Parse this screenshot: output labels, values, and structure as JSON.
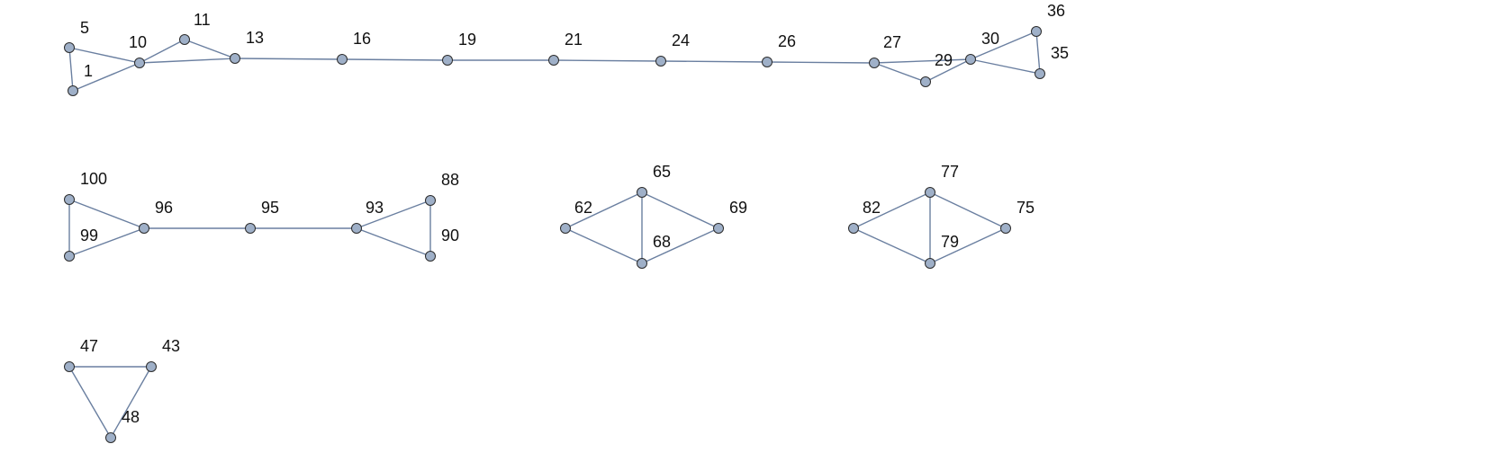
{
  "graph": {
    "colors": {
      "edge": "#6a7fa0",
      "node_fill": "#9fb0c8",
      "node_stroke": "#2c2c2c",
      "label": "#111111",
      "background": "#ffffff"
    },
    "nodes": [
      {
        "id": "n1",
        "label": "1"
      },
      {
        "id": "n5",
        "label": "5"
      },
      {
        "id": "n10",
        "label": "10"
      },
      {
        "id": "n11",
        "label": "11"
      },
      {
        "id": "n13",
        "label": "13"
      },
      {
        "id": "n16",
        "label": "16"
      },
      {
        "id": "n19",
        "label": "19"
      },
      {
        "id": "n21",
        "label": "21"
      },
      {
        "id": "n24",
        "label": "24"
      },
      {
        "id": "n26",
        "label": "26"
      },
      {
        "id": "n27",
        "label": "27"
      },
      {
        "id": "n29",
        "label": "29"
      },
      {
        "id": "n30",
        "label": "30"
      },
      {
        "id": "n35",
        "label": "35"
      },
      {
        "id": "n36",
        "label": "36"
      },
      {
        "id": "n100",
        "label": "100"
      },
      {
        "id": "n99",
        "label": "99"
      },
      {
        "id": "n96",
        "label": "96"
      },
      {
        "id": "n95",
        "label": "95"
      },
      {
        "id": "n93",
        "label": "93"
      },
      {
        "id": "n88",
        "label": "88"
      },
      {
        "id": "n90",
        "label": "90"
      },
      {
        "id": "n62",
        "label": "62"
      },
      {
        "id": "n65",
        "label": "65"
      },
      {
        "id": "n68",
        "label": "68"
      },
      {
        "id": "n69",
        "label": "69"
      },
      {
        "id": "n82",
        "label": "82"
      },
      {
        "id": "n77",
        "label": "77"
      },
      {
        "id": "n79",
        "label": "79"
      },
      {
        "id": "n75",
        "label": "75"
      },
      {
        "id": "n47",
        "label": "47"
      },
      {
        "id": "n43",
        "label": "43"
      },
      {
        "id": "n48",
        "label": "48"
      }
    ],
    "edges": [
      [
        "n5",
        "n1"
      ],
      [
        "n5",
        "n10"
      ],
      [
        "n1",
        "n10"
      ],
      [
        "n10",
        "n11"
      ],
      [
        "n11",
        "n13"
      ],
      [
        "n10",
        "n13"
      ],
      [
        "n13",
        "n16"
      ],
      [
        "n16",
        "n19"
      ],
      [
        "n19",
        "n21"
      ],
      [
        "n21",
        "n24"
      ],
      [
        "n24",
        "n26"
      ],
      [
        "n26",
        "n27"
      ],
      [
        "n27",
        "n29"
      ],
      [
        "n27",
        "n30"
      ],
      [
        "n29",
        "n30"
      ],
      [
        "n30",
        "n36"
      ],
      [
        "n30",
        "n35"
      ],
      [
        "n36",
        "n35"
      ],
      [
        "n100",
        "n99"
      ],
      [
        "n100",
        "n96"
      ],
      [
        "n99",
        "n96"
      ],
      [
        "n96",
        "n95"
      ],
      [
        "n95",
        "n93"
      ],
      [
        "n93",
        "n88"
      ],
      [
        "n93",
        "n90"
      ],
      [
        "n88",
        "n90"
      ],
      [
        "n62",
        "n65"
      ],
      [
        "n62",
        "n68"
      ],
      [
        "n65",
        "n68"
      ],
      [
        "n65",
        "n69"
      ],
      [
        "n68",
        "n69"
      ],
      [
        "n82",
        "n77"
      ],
      [
        "n82",
        "n79"
      ],
      [
        "n77",
        "n79"
      ],
      [
        "n77",
        "n75"
      ],
      [
        "n79",
        "n75"
      ],
      [
        "n47",
        "n43"
      ],
      [
        "n47",
        "n48"
      ],
      [
        "n43",
        "n48"
      ]
    ]
  }
}
